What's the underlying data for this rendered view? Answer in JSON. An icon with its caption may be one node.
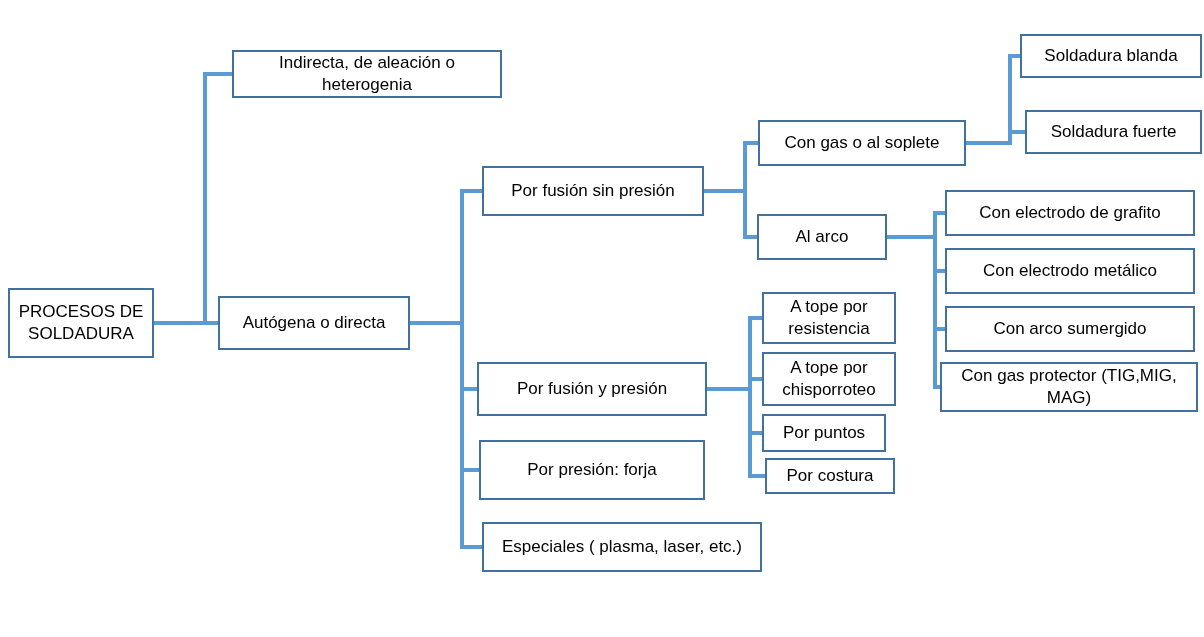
{
  "diagram": {
    "nodes": [
      {
        "text": [
          "PROCESOS DE SOLDADURA"
        ]
      },
      {
        "text": [
          "Indirecta, de aleación o heterogenia"
        ]
      },
      {
        "text": [
          "Autógena o directa"
        ]
      },
      {
        "text": [
          "Por fusión sin presión"
        ]
      },
      {
        "text": [
          "Por fusión y presión"
        ]
      },
      {
        "text": [
          "Por presión: forja"
        ]
      },
      {
        "text": [
          "Especiales ( plasma, laser, etc.)"
        ]
      },
      {
        "text": [
          "Con gas o al soplete"
        ]
      },
      {
        "text": [
          "Al arco"
        ]
      },
      {
        "text": [
          "Soldadura blanda"
        ]
      },
      {
        "text": [
          "Soldadura fuerte"
        ]
      },
      {
        "text": [
          "Con electrodo de grafito"
        ]
      },
      {
        "text": [
          "Con electrodo metálico"
        ]
      },
      {
        "text": [
          "Con arco sumergido"
        ]
      },
      {
        "text": [
          "Con gas protector (TIG,MIG, MAG)"
        ]
      },
      {
        "text": [
          "A tope por resistencia"
        ]
      },
      {
        "text": [
          "A tope por chisporroteo"
        ]
      },
      {
        "text": [
          "Por puntos"
        ]
      },
      {
        "text": [
          "Por costura"
        ]
      }
    ],
    "edges": [
      {
        "from": 0,
        "to": 1,
        "arrow": "none"
      },
      {
        "from": 0,
        "to": 2,
        "arrow": "none"
      },
      {
        "from": 2,
        "to": 3,
        "arrow": "none"
      },
      {
        "from": 2,
        "to": 4,
        "arrow": "none"
      },
      {
        "from": 2,
        "to": 5,
        "arrow": "none"
      },
      {
        "from": 2,
        "to": 6,
        "arrow": "none"
      },
      {
        "from": 3,
        "to": 7,
        "arrow": "none"
      },
      {
        "from": 3,
        "to": 8,
        "arrow": "none"
      },
      {
        "from": 7,
        "to": 9,
        "arrow": "none"
      },
      {
        "from": 7,
        "to": 10,
        "arrow": "none"
      },
      {
        "from": 8,
        "to": 11,
        "arrow": "none"
      },
      {
        "from": 8,
        "to": 12,
        "arrow": "none"
      },
      {
        "from": 8,
        "to": 13,
        "arrow": "none"
      },
      {
        "from": 8,
        "to": 14,
        "arrow": "none"
      },
      {
        "from": 4,
        "to": 15,
        "arrow": "none"
      },
      {
        "from": 4,
        "to": 16,
        "arrow": "none"
      },
      {
        "from": 4,
        "to": 17,
        "arrow": "none"
      },
      {
        "from": 4,
        "to": 18,
        "arrow": "none"
      }
    ]
  }
}
